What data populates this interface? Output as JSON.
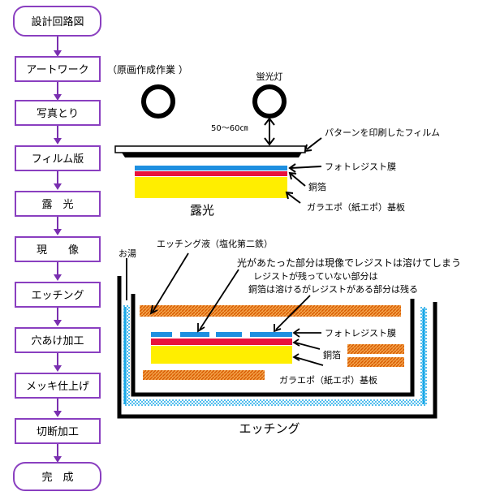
{
  "flow": {
    "steps": [
      {
        "label": "設計回路図",
        "shape": "rounded"
      },
      {
        "label": "アートワーク",
        "shape": "rect"
      },
      {
        "label": "写真とり",
        "shape": "rect"
      },
      {
        "label": "フィルム版",
        "shape": "rect"
      },
      {
        "label": "露　光",
        "shape": "rect"
      },
      {
        "label": "現　　像",
        "shape": "rect"
      },
      {
        "label": "エッチング",
        "shape": "rect"
      },
      {
        "label": "穴あけ加工",
        "shape": "rect"
      },
      {
        "label": "メッキ仕上げ",
        "shape": "rect"
      },
      {
        "label": "切断加工",
        "shape": "rect"
      },
      {
        "label": "完　成",
        "shape": "rounded"
      }
    ],
    "artwork_note": "（原画作成作業 ）"
  },
  "exposure": {
    "lamp_label": "蛍光灯",
    "distance_label": "50～60㎝",
    "film_label": "パターンを印刷したフィルム",
    "photoresist_label": "フォトレジスト膜",
    "copper_label": "銅箔",
    "substrate_label": "ガラエポ（紙エポ）基板",
    "caption": "露光"
  },
  "etching": {
    "hot_water_label": "お湯",
    "solution_label": "エッチング液（塩化第二鉄）",
    "note1": "光があたった部分は現像でレジストは溶けてしまう",
    "note2": "レジストが残っていない部分は",
    "note3": "銅箔は溶けるがレジストがある部分は残る",
    "photoresist_label": "フォトレジスト膜",
    "copper_label": "銅箔",
    "substrate_label": "ガラエポ（紙エポ）基板",
    "caption": "エッチング"
  },
  "colors": {
    "flow_border": "#8a3fc0",
    "flow_arrow": "#7a2fb0",
    "photoresist": "#1e8fe0",
    "copper": "#e8123c",
    "substrate": "#ffee00",
    "etchant": "#e07a10",
    "hot_water": "#1aa8e8"
  }
}
